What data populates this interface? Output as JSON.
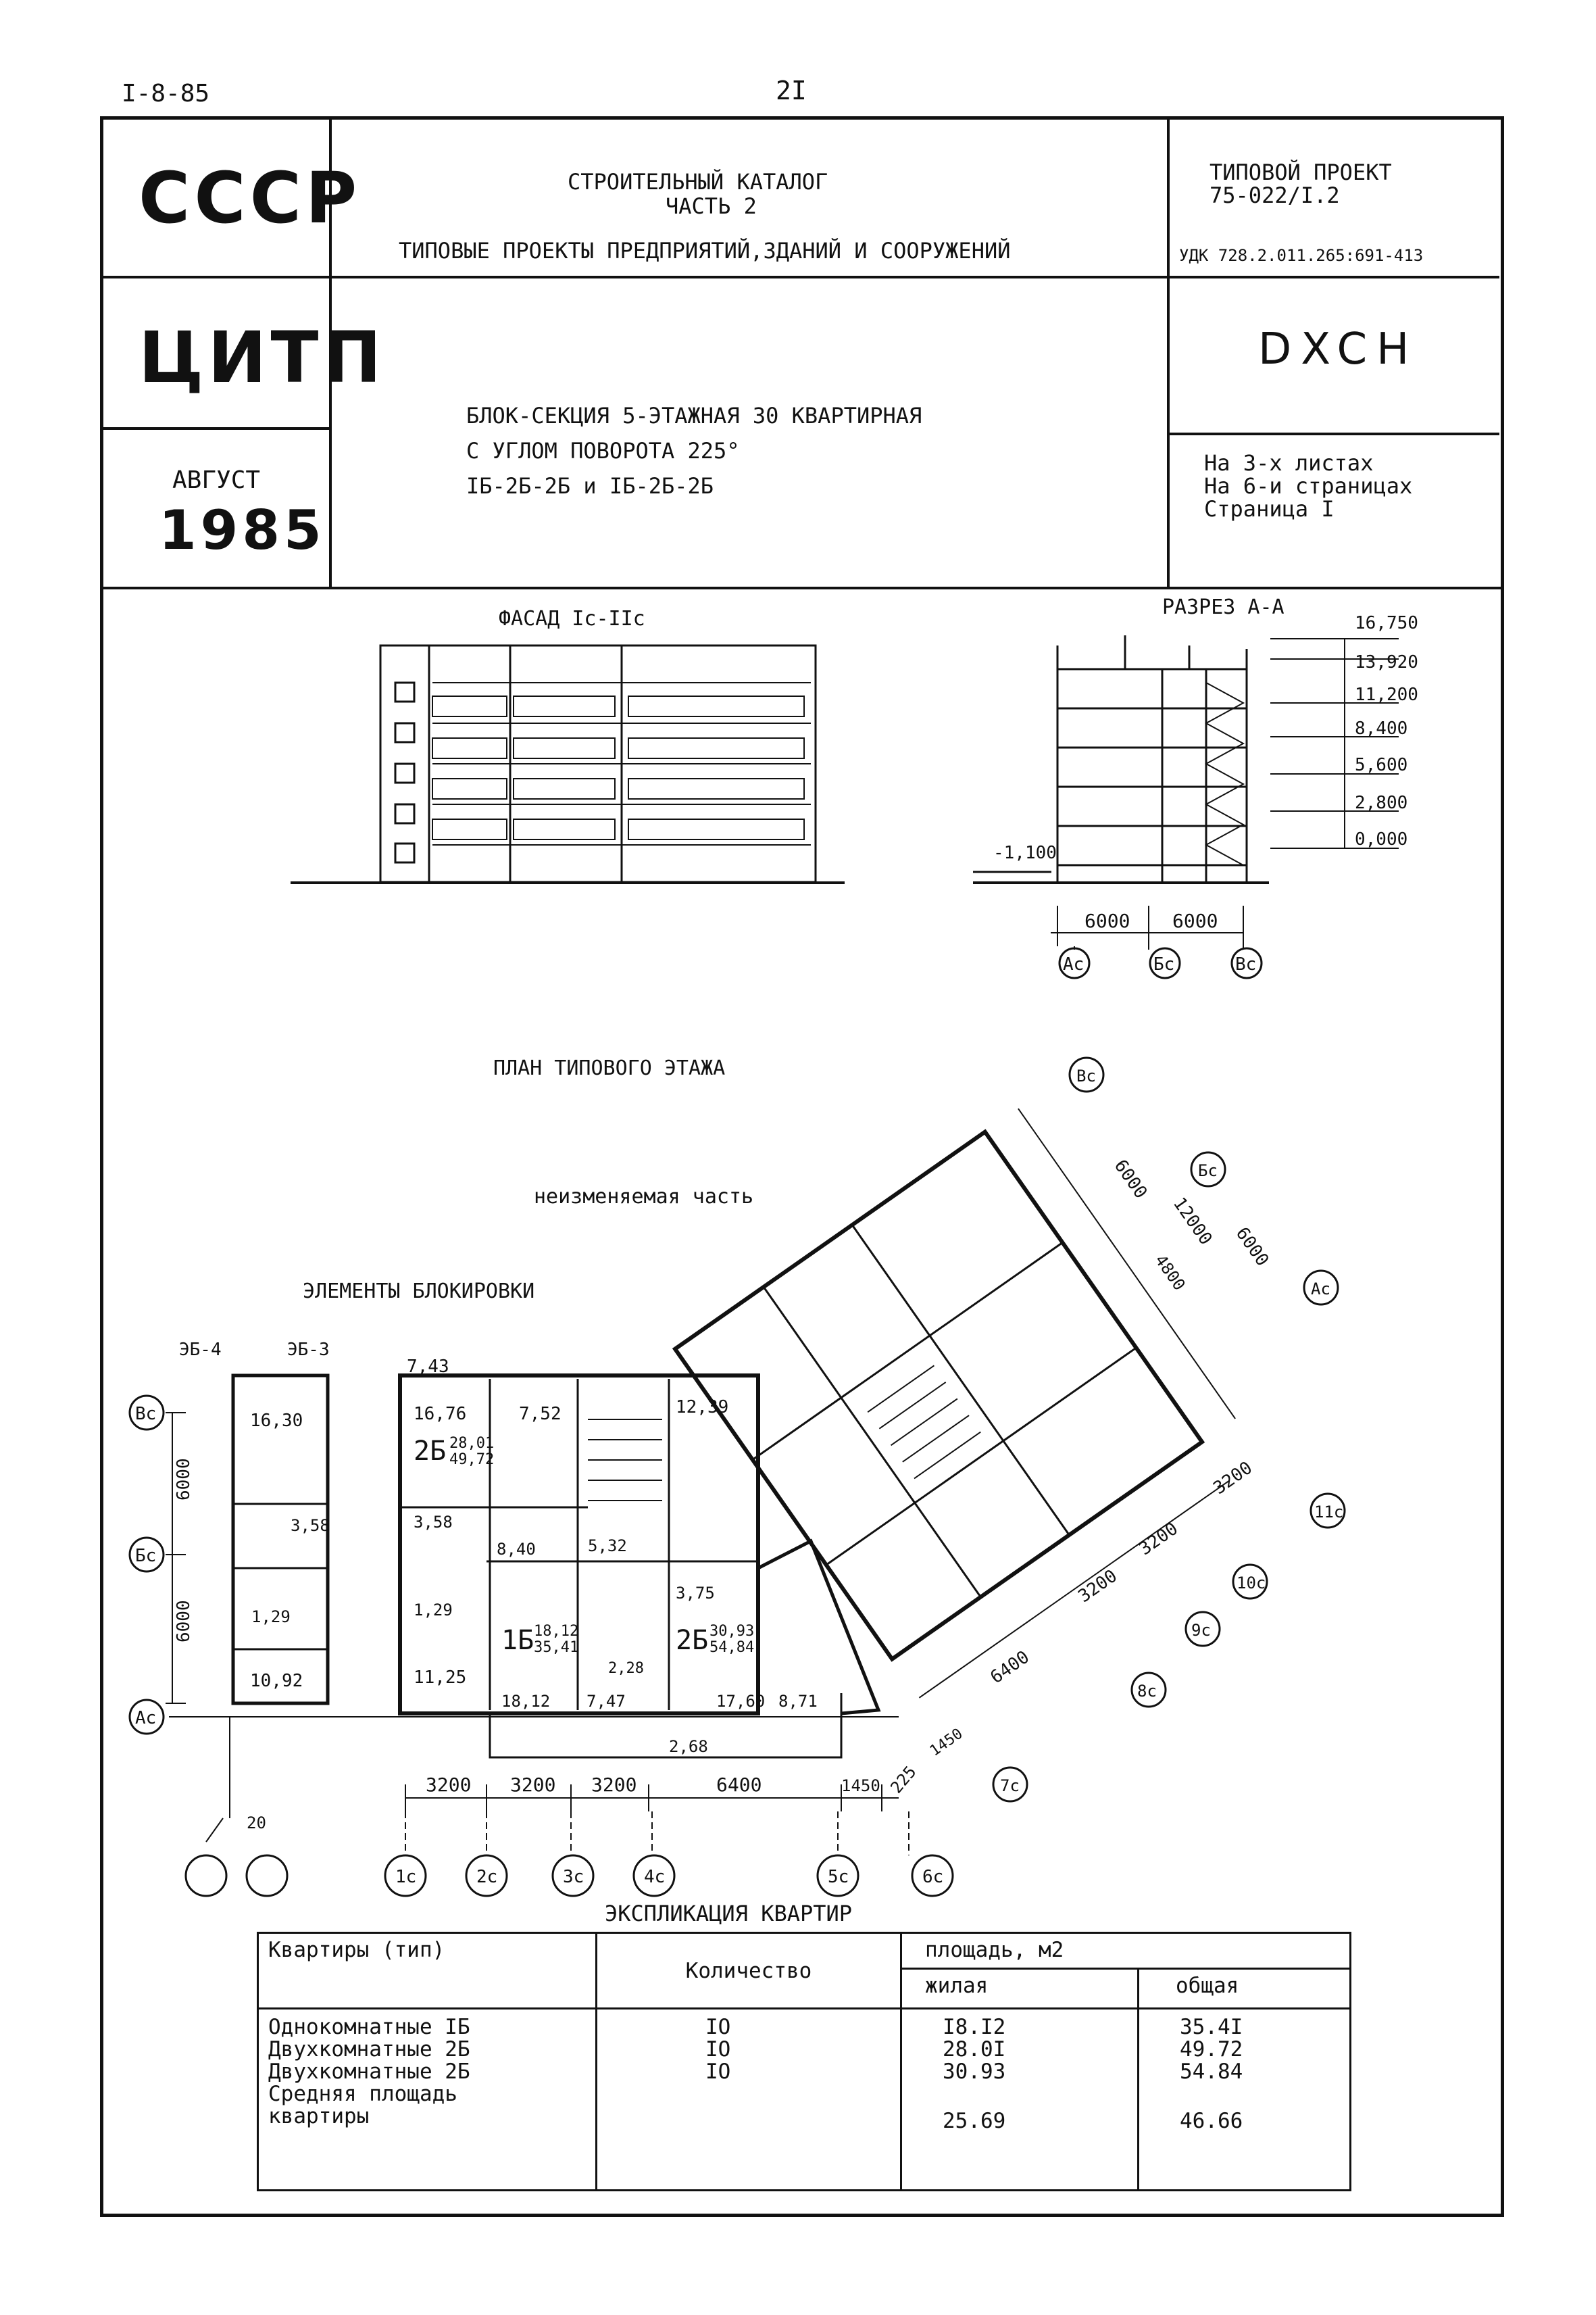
{
  "header": {
    "doc_code": "I-8-85",
    "page_number": "2I"
  },
  "title_block": {
    "country": "СССР",
    "org": "ЦИТП",
    "month": "АВГУСТ",
    "year": "1985",
    "catalog_line1": "СТРОИТЕЛЬНЫЙ КАТАЛОГ",
    "catalog_line2": "ЧАСТЬ 2",
    "catalog_line3": "ТИПОВЫЕ ПРОЕКТЫ ПРЕДПРИЯТИЙ,ЗДАНИЙ И СООРУЖЕНИЙ",
    "project_line1": "ТИПОВОЙ ПРОЕКТ",
    "project_line2": "75-022/I.2",
    "udk": "УДК 728.2.011.265:691-413",
    "code": "DXCH",
    "desc_line1": "БЛОК-СЕКЦИЯ 5-ЭТАЖНАЯ 30 КВАРТИРНАЯ",
    "desc_line2": "С УГЛОМ ПОВОРОТА 225°",
    "desc_line3": "IБ-2Б-2Б и IБ-2Б-2Б",
    "sheets_line1": "На 3-х листах",
    "sheets_line2": "На 6-и страницах",
    "sheets_line3": "Страница I"
  },
  "drawings": {
    "facade_title": "ФАСАД Iс-IIс",
    "section_title": "РАЗРЕЗ А-А",
    "section_levels": [
      "16,750",
      "13,920",
      "11,200",
      "8,400",
      "5,600",
      "2,800",
      "0,000"
    ],
    "section_ground": "-1,100",
    "section_dims": [
      "6000",
      "6000"
    ],
    "section_axes": [
      "Ас",
      "Бс",
      "Вс"
    ],
    "plan_title": "ПЛАН ТИПОВОГО ЭТАЖА",
    "plan_subtitle": "неизменяемая часть",
    "blocking_title": "ЭЛЕМЕНТЫ БЛОКИРОВКИ",
    "block_labels": [
      "ЭБ-4",
      "ЭБ-3"
    ],
    "left_axes": [
      "Вс",
      "Бс",
      "Ас"
    ],
    "left_dims": [
      "6000",
      "6000"
    ],
    "bottom_dims": [
      "3200",
      "3200",
      "3200",
      "6400",
      "1450"
    ],
    "bottom_axes": [
      "1с",
      "2с",
      "3с",
      "4с",
      "5с",
      "6с"
    ],
    "rotated_axes": [
      "Вс",
      "Бс",
      "Ас",
      "11с",
      "10с",
      "9с",
      "8с",
      "7с"
    ],
    "rotated_dims": [
      "6000",
      "12000",
      "6000",
      "4800",
      "3200",
      "3200",
      "3200",
      "6400",
      "1450"
    ],
    "angle_label": "225",
    "extra_axis": "20",
    "rooms": [
      {
        "id": "r1",
        "text": "16,30"
      },
      {
        "id": "r2",
        "text": "10,92"
      },
      {
        "id": "r3",
        "text": "1,29"
      },
      {
        "id": "r4",
        "text": "3,58"
      },
      {
        "id": "r5",
        "text": "7,43"
      },
      {
        "id": "r6",
        "text": "16,76"
      },
      {
        "id": "r7",
        "text": "7,52"
      },
      {
        "id": "r8",
        "text": "2Б"
      },
      {
        "id": "r9",
        "text": "28,01"
      },
      {
        "id": "r10",
        "text": "49,72"
      },
      {
        "id": "r11",
        "text": "3,58"
      },
      {
        "id": "r12",
        "text": "1,29"
      },
      {
        "id": "r13",
        "text": "11,25"
      },
      {
        "id": "r14",
        "text": "1Б"
      },
      {
        "id": "r15",
        "text": "18,12"
      },
      {
        "id": "r16",
        "text": "35,41"
      },
      {
        "id": "r17",
        "text": "18,12"
      },
      {
        "id": "r18",
        "text": "7,47"
      },
      {
        "id": "r19",
        "text": "2Б"
      },
      {
        "id": "r20",
        "text": "30,93"
      },
      {
        "id": "r21",
        "text": "54,84"
      },
      {
        "id": "r22",
        "text": "17,60"
      },
      {
        "id": "r23",
        "text": "8,71"
      },
      {
        "id": "r24",
        "text": "12,39"
      },
      {
        "id": "r25",
        "text": "5,32"
      },
      {
        "id": "r26",
        "text": "3,75"
      },
      {
        "id": "r27",
        "text": "2,68"
      },
      {
        "id": "r28",
        "text": "8,40"
      },
      {
        "id": "r29",
        "text": "2,28"
      }
    ]
  },
  "explication": {
    "title": "ЭКСПЛИКАЦИЯ КВАРТИР",
    "col_type": "Квартиры (тип)",
    "col_count": "Количество",
    "col_area": "площадь, м2",
    "col_living": "жилая",
    "col_total": "общая",
    "rows": [
      {
        "type": "Однокомнатные IБ",
        "count": "IО",
        "living": "I8.I2",
        "total": "35.4I"
      },
      {
        "type": "Двухкомнатные 2Б",
        "count": "IО",
        "living": "28.0I",
        "total": "49.72"
      },
      {
        "type": "Двухкомнатные 2Б",
        "count": "IО",
        "living": "30.93",
        "total": "54.84"
      }
    ],
    "avg_label": "Средняя площадь квартиры",
    "avg_living": "25.69",
    "avg_total": "46.66"
  }
}
